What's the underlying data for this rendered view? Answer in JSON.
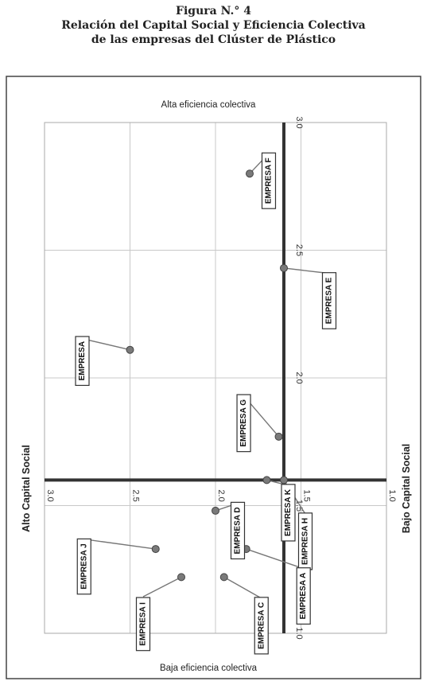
{
  "figure": {
    "number": "Figura N.° 4",
    "title_line1": "Relación del Capital Social y Eficiencia Colectiva",
    "title_line2": "de las empresas del Clúster de Plástico"
  },
  "chart_data": {
    "type": "scatter",
    "title": "Relación del Capital Social y Eficiencia Colectiva de las empresas del Clúster de Plástico",
    "xlabel": "",
    "ylabel": "",
    "x_axis": {
      "reversed": true,
      "range": [
        3.0,
        1.0
      ],
      "ticks": [
        "3.0",
        "2.5",
        "2.0",
        "1.5",
        "1.0"
      ],
      "crosses_at": 1.6
    },
    "y_axis": {
      "range": [
        1.0,
        3.0
      ],
      "ticks": [
        "1.0",
        "1.5",
        "2.0",
        "2.5",
        "3.0"
      ],
      "crosses_at": 1.6,
      "tick_labels_rotated": true
    },
    "quadrant_labels": {
      "top": "Alta eficiencia colectiva",
      "bottom": "Baja eficiencia colectiva",
      "left": "Alto Capital Social",
      "right": "Bajo Capital Social"
    },
    "grid": true,
    "points": [
      {
        "label": "EMPRESA F",
        "x": 1.8,
        "y": 2.8
      },
      {
        "label": "EMPRESA E",
        "x": 1.6,
        "y": 2.43
      },
      {
        "label": "EMPRESA",
        "x": 2.5,
        "y": 2.11
      },
      {
        "label": "EMPRESA G",
        "x": 1.63,
        "y": 1.77
      },
      {
        "label": "EMPRESA H",
        "x": 1.6,
        "y": 1.6
      },
      {
        "label": "EMPRESA K",
        "x": 1.7,
        "y": 1.6
      },
      {
        "label": "EMPRESA D",
        "x": 2.0,
        "y": 1.48
      },
      {
        "label": "EMPRESA J",
        "x": 2.35,
        "y": 1.33
      },
      {
        "label": "EMPRESA A",
        "x": 1.82,
        "y": 1.33
      },
      {
        "label": "EMPRESA I",
        "x": 2.2,
        "y": 1.22
      },
      {
        "label": "EMPRESA C",
        "x": 1.95,
        "y": 1.22
      }
    ]
  }
}
